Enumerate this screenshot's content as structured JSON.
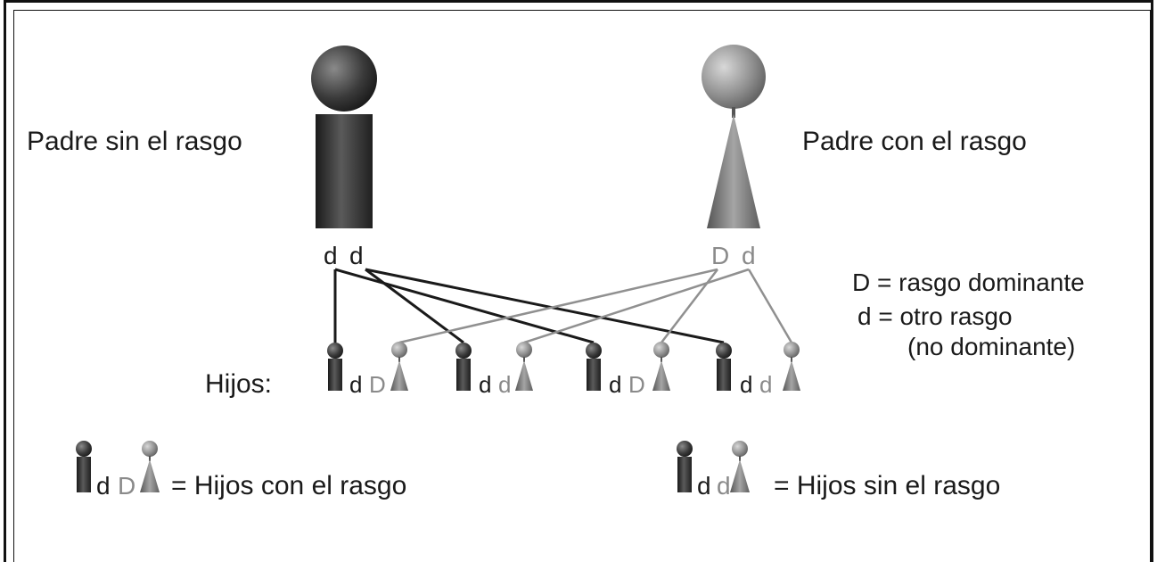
{
  "parents": {
    "left_label": "Padre sin el rasgo",
    "right_label": "Padre con el rasgo",
    "left_alleles": [
      "d",
      "d"
    ],
    "right_alleles": [
      "D",
      "d"
    ]
  },
  "legend": {
    "dominant": "D = rasgo dominante",
    "other_line1": "d = otro rasgo",
    "other_line2": "(no dominante)"
  },
  "children": {
    "label": "Hijos:",
    "pairs": [
      {
        "a": "d",
        "b": "D"
      },
      {
        "a": "d",
        "b": "d"
      },
      {
        "a": "d",
        "b": "D"
      },
      {
        "a": "d",
        "b": "d"
      }
    ]
  },
  "key": {
    "with_trait": {
      "a": "d",
      "b": "D",
      "text": "= Hijos con el rasgo"
    },
    "without_trait": {
      "a": "d",
      "b": "d",
      "text": "= Hijos sin el rasgo"
    }
  },
  "colors": {
    "dark": "#2a2a2a",
    "gray": "#8a8a8a",
    "line": "#1a1a1a"
  }
}
